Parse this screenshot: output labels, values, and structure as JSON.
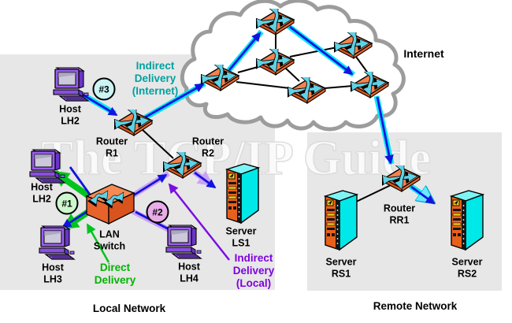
{
  "watermark": "The TCP/IP Guide",
  "regions": {
    "internet": "Internet",
    "local": "Local Network",
    "remote": "Remote Network"
  },
  "nodes": {
    "host_lh2_top": "Host\nLH2",
    "host_lh2": "Host\nLH2",
    "host_lh3": "Host\nLH3",
    "host_lh4": "Host\nLH4",
    "router_r1": "Router\nR1",
    "router_r2": "Router\nR2",
    "router_rr1": "Router\nRR1",
    "server_ls1": "Server\nLS1",
    "server_rs1": "Server\nRS1",
    "server_rs2": "Server\nRS2",
    "lan_switch": "LAN\nSwitch"
  },
  "badges": {
    "b1": "#1",
    "b2": "#2",
    "b3": "#3"
  },
  "annotations": {
    "indirect_internet": "Indirect\nDelivery\n(Internet)",
    "direct_delivery": "Direct\nDelivery",
    "indirect_local": "Indirect\nDelivery\n(Local)"
  },
  "icons": [
    "router-icon",
    "host-computer-icon",
    "server-tower-icon",
    "lan-switch-icon",
    "internet-cloud"
  ],
  "colors": {
    "panel_gray": "#E7E7E7",
    "cloud_stroke": "#9C9C9C",
    "teal_text": "#00A0A0",
    "green_text": "#00B400",
    "purple_text": "#7D00E0",
    "blue_arrow": "#1313E0",
    "cyan_band": "#00E6F6",
    "lavender_band": "#CBA2F5",
    "green_band": "#00C41E",
    "thin_purple_arrow": "#7A10E0",
    "router_orange": "#F5824E",
    "badge1_fill": "#CDF8CD",
    "badge2_fill": "#E8ACE8",
    "badge3_fill": "#CBF4F4"
  }
}
